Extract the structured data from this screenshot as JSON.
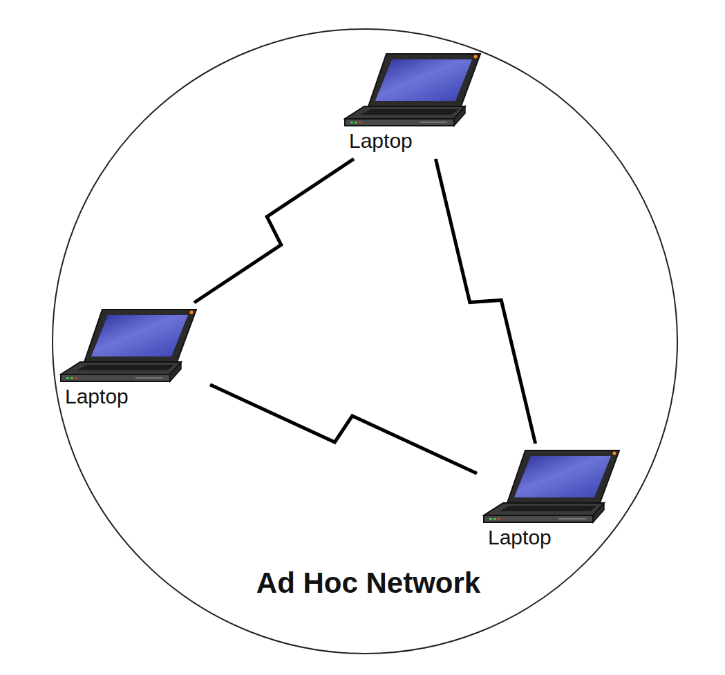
{
  "diagram": {
    "title": "Ad Hoc Network",
    "nodes": [
      {
        "text": [
          "Laptop"
        ]
      },
      {
        "text": [
          "Laptop"
        ]
      },
      {
        "text": [
          "Laptop"
        ]
      }
    ],
    "edges": [
      {
        "from": 0,
        "to": 1,
        "arrow": "none"
      },
      {
        "from": 0,
        "to": 2,
        "arrow": "none"
      },
      {
        "from": 1,
        "to": 2,
        "arrow": "none"
      }
    ]
  }
}
